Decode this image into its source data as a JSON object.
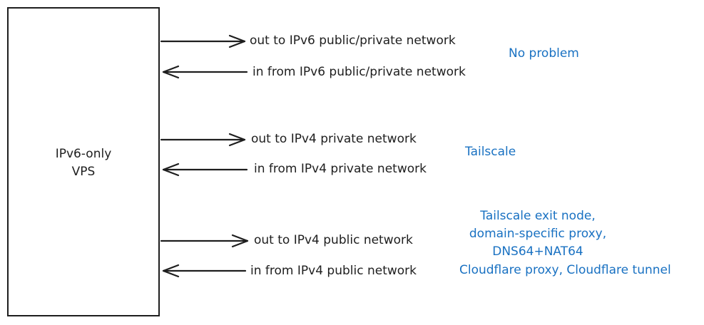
{
  "vps": {
    "line1": "IPv6-only",
    "line2": "VPS"
  },
  "flows": {
    "out_ipv6": "out to IPv6 public/private network",
    "in_ipv6": "in from IPv6 public/private network",
    "out_ipv4_private": "out to IPv4 private network",
    "in_ipv4_private": "in from IPv4 private network",
    "out_ipv4_public": "out to IPv4 public network",
    "in_ipv4_public": "in from IPv4 public network"
  },
  "notes": {
    "ipv6": "No problem",
    "ipv4_private": "Tailscale",
    "ipv4_public": [
      "Tailscale exit node,",
      "domain-specific proxy,",
      "DNS64+NAT64",
      "Cloudflare proxy, Cloudflare tunnel"
    ]
  },
  "colors": {
    "stroke": "#1e1e1e",
    "note": "#1971c2"
  }
}
